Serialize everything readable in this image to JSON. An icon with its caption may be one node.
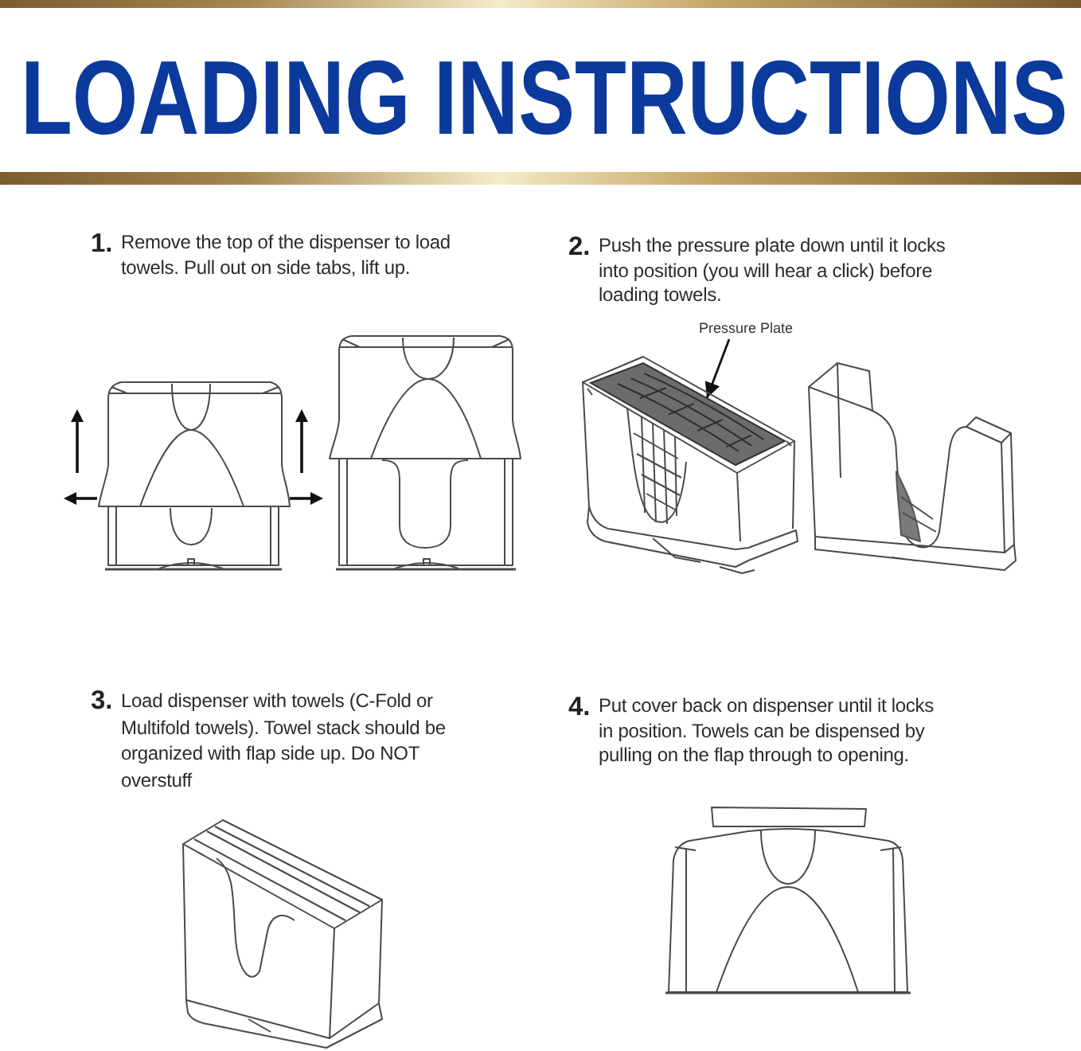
{
  "diagram": {
    "title": "LOADING INSTRUCTIONS",
    "nodes": [
      {
        "text": [
          "Pressure Plate"
        ]
      },
      {
        "text": [],
        "shape": "picture"
      }
    ],
    "edges": [
      {
        "from": 0,
        "to": 1,
        "arrow": "to"
      }
    ],
    "labels": [
      "1.",
      "Remove the top of the dispenser to load towels. Pull out on side tabs, lift up.",
      "2.",
      "Push the pressure plate down until it locks into position (you will hear a click) before loading towels.",
      "3.",
      "Load dispenser with towels (C-Fold or Multifold towels). Towel stack should be organized with flap side up. Do NOT overstuff",
      "4.",
      "Put cover back on dispenser until it locks in position. Towels can be dispensed by pulling on the flap through to opening."
    ]
  }
}
